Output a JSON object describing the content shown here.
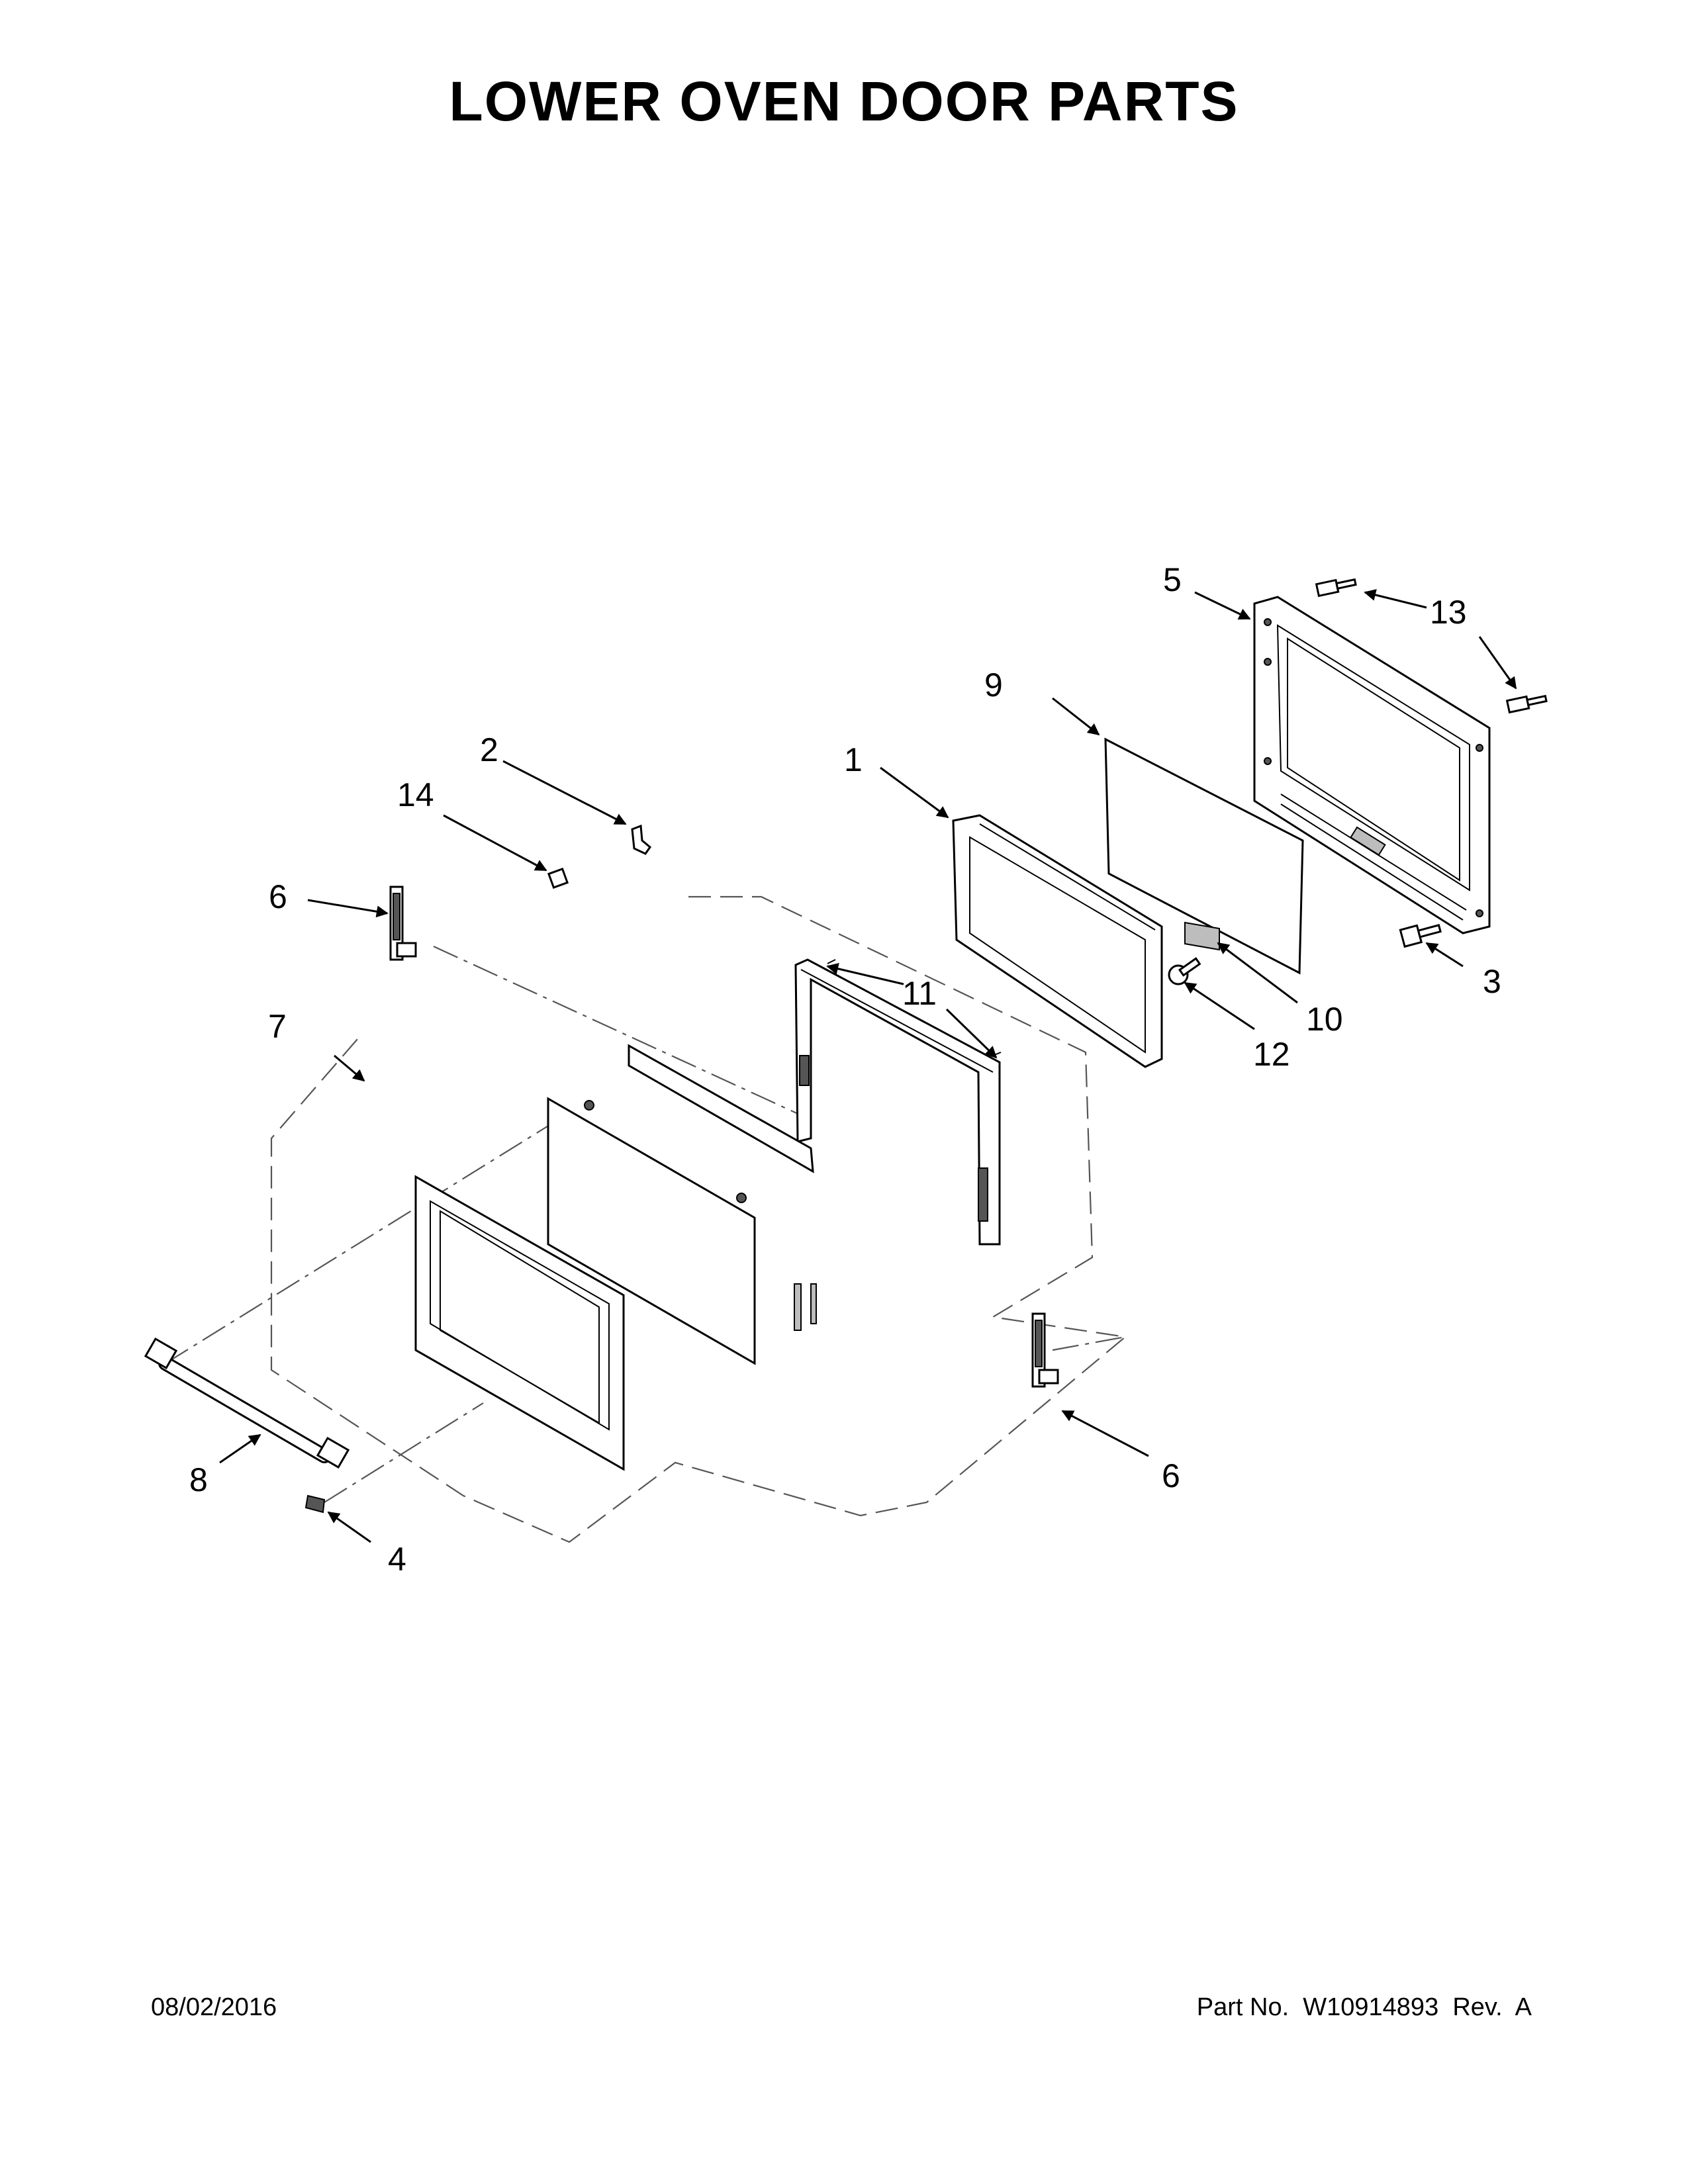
{
  "title": "LOWER OVEN DOOR PARTS",
  "footer": {
    "date": "08/02/2016",
    "part_number": "Part No.  W10914893  Rev.  A"
  },
  "callouts": {
    "c1": "1",
    "c2": "2",
    "c3": "3",
    "c4": "4",
    "c5": "5",
    "c6a": "6",
    "c6b": "6",
    "c7": "7",
    "c8": "8",
    "c9": "9",
    "c10": "10",
    "c11": "11",
    "c12": "12",
    "c13": "13",
    "c14": "14"
  }
}
